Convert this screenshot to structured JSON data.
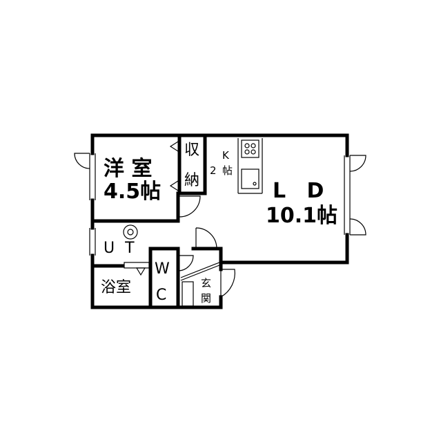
{
  "rooms": {
    "western": {
      "name": "洋 室",
      "size": "4.5帖"
    },
    "storage": {
      "line1": "収",
      "line2": "納"
    },
    "kitchen": {
      "letter": "K",
      "size_num": "2",
      "size_unit": "帖"
    },
    "ld": {
      "name": "L D",
      "size": "10.1帖"
    },
    "ut": {
      "name": "U T"
    },
    "bath": {
      "name": "浴室"
    },
    "wc": {
      "line1": "W",
      "line2": "C"
    },
    "entrance": {
      "line1": "玄",
      "line2": "関"
    }
  }
}
